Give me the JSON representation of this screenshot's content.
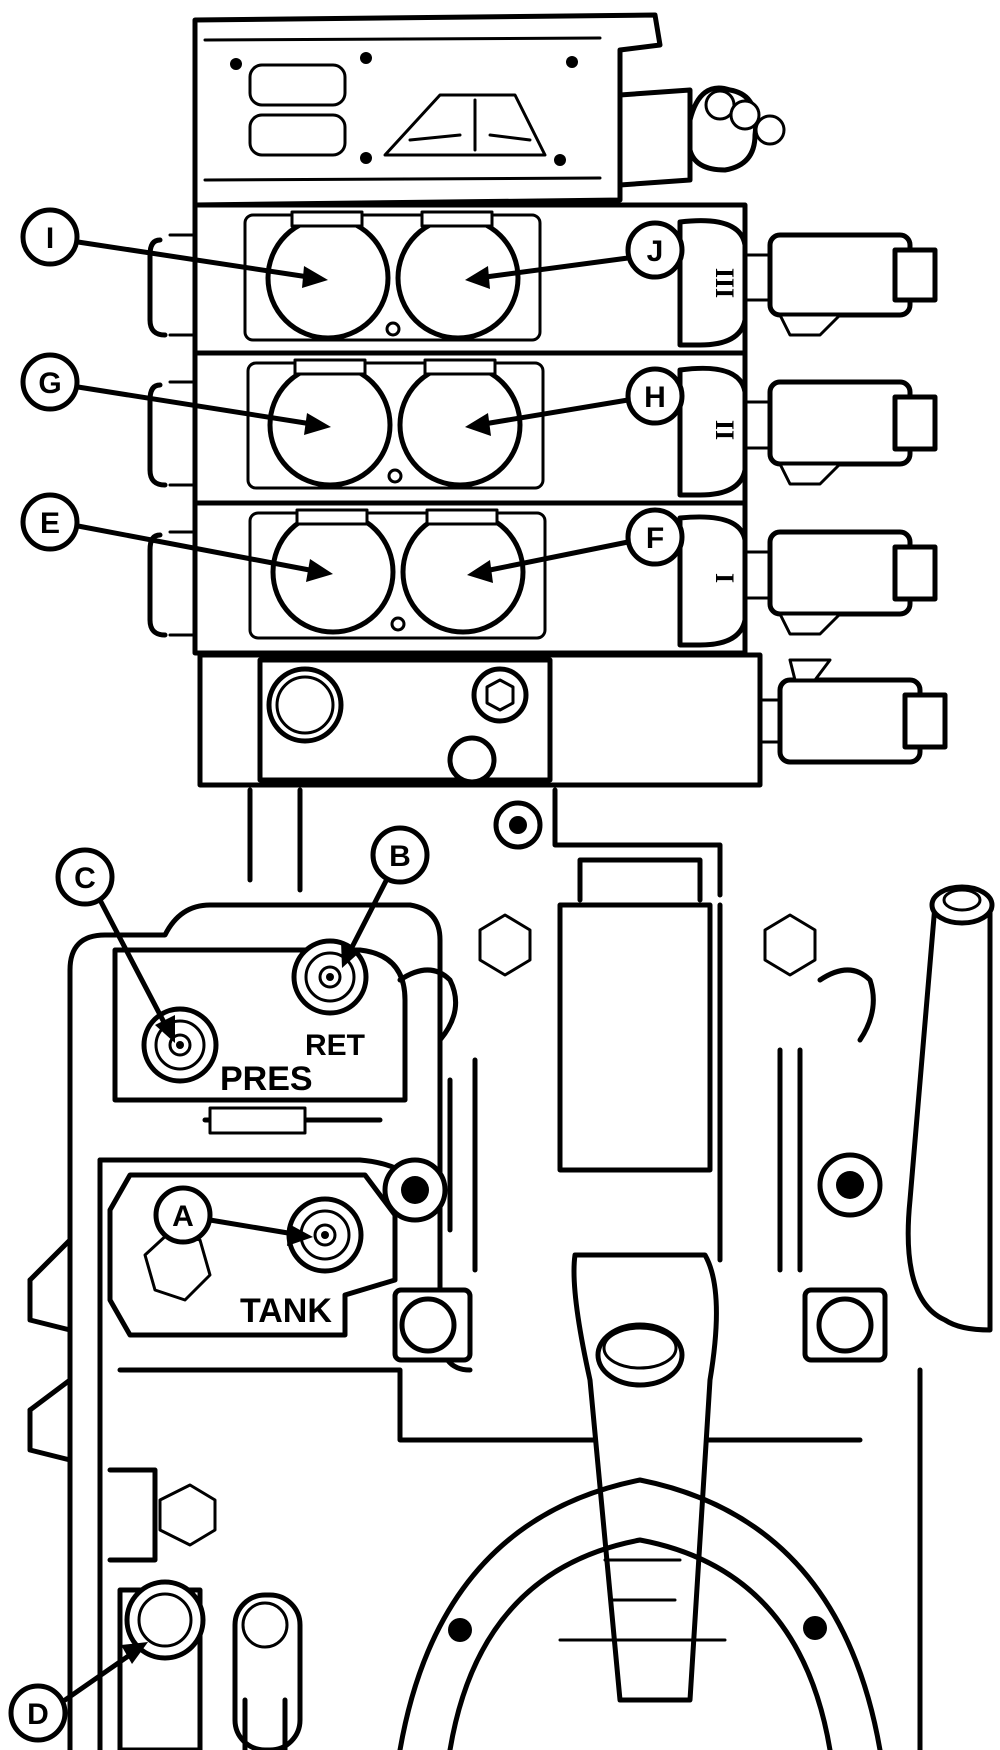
{
  "callouts": {
    "A": "A",
    "B": "B",
    "C": "C",
    "D": "D",
    "E": "E",
    "F": "F",
    "G": "G",
    "H": "H",
    "I": "I",
    "J": "J"
  },
  "port_labels": {
    "pres": "PRES",
    "ret": "RET",
    "tank": "TANK"
  },
  "section_numerals": {
    "section_1": "I",
    "section_2": "II",
    "section_3": "III"
  }
}
